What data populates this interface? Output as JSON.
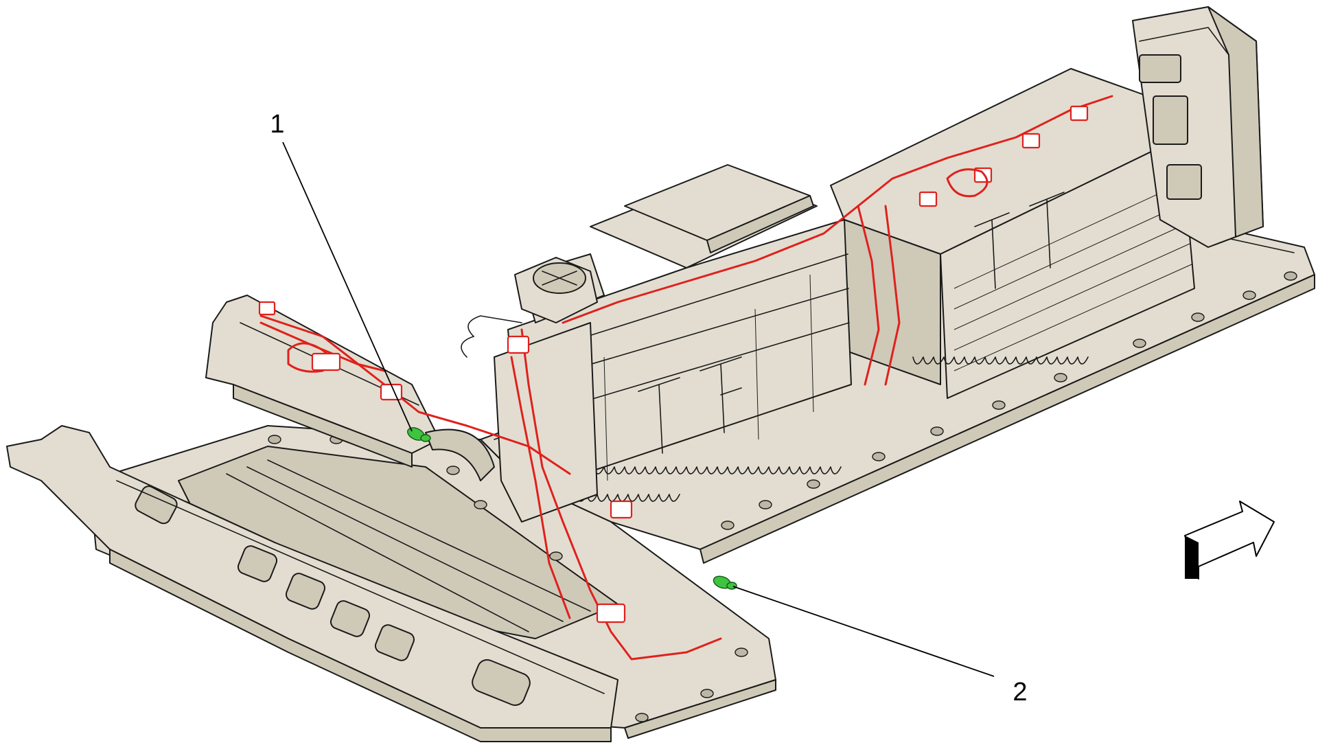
{
  "colors": {
    "body_fill": "#e2ddd0",
    "body_shade": "#cfc9b8",
    "harness": "#e0201c",
    "highlight": "#3ec43e",
    "outline": "#1a1a1a",
    "background": "#ffffff"
  },
  "callouts": [
    {
      "label": "1",
      "item": "harness-connector-1"
    },
    {
      "label": "2",
      "item": "harness-connector-2"
    }
  ],
  "icons": {
    "direction_arrow": "forward-direction-arrow-icon"
  }
}
